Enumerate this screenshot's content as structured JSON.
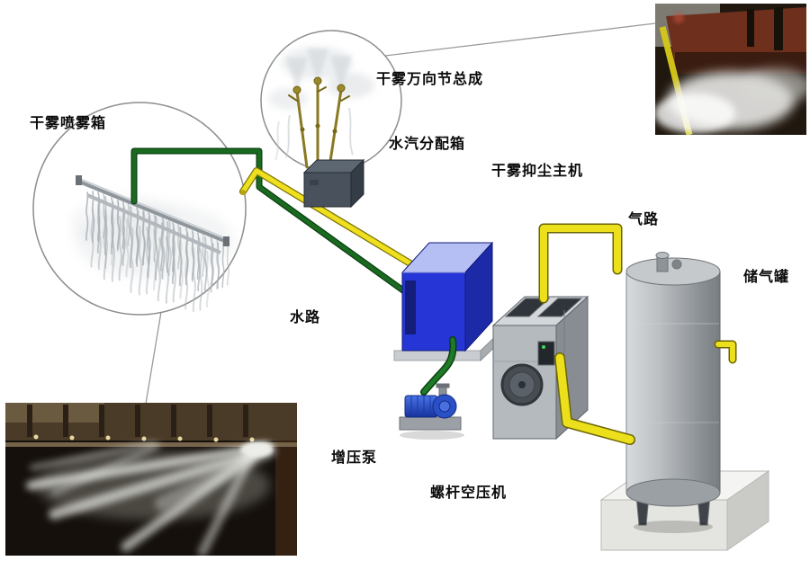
{
  "labels": {
    "spray_box": "干雾喷雾箱",
    "universal_joint_assembly": "干雾万向节总成",
    "vapor_distribution_box": "水汽分配箱",
    "main_unit": "干雾抑尘主机",
    "air_line": "气路",
    "air_tank": "储气罐",
    "water_line": "水路",
    "booster_pump": "增压泵",
    "screw_compressor": "螺杆空压机"
  },
  "colors": {
    "air_pipe_yellow": "#ecdf1c",
    "water_pipe_green": "#1a6b20",
    "main_unit_blue": "#2636d6",
    "equipment_gray": "#b5babe",
    "background": "#ffffff"
  }
}
